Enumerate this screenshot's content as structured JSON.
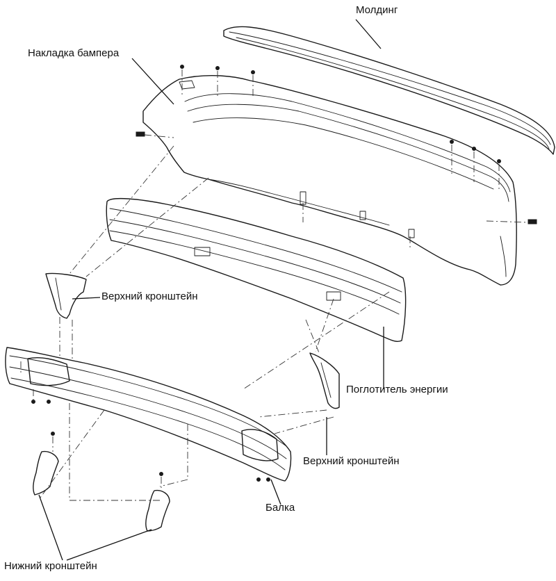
{
  "labels": {
    "molding": "Молдинг",
    "bumper_cover": "Накладка бампера",
    "upper_bracket_left": "Верхний кронштейн",
    "energy_absorber": "Поглотитель энергии",
    "upper_bracket_right": "Верхний кронштейн",
    "beam": "Балка",
    "lower_bracket": "Нижний кронштейн"
  }
}
